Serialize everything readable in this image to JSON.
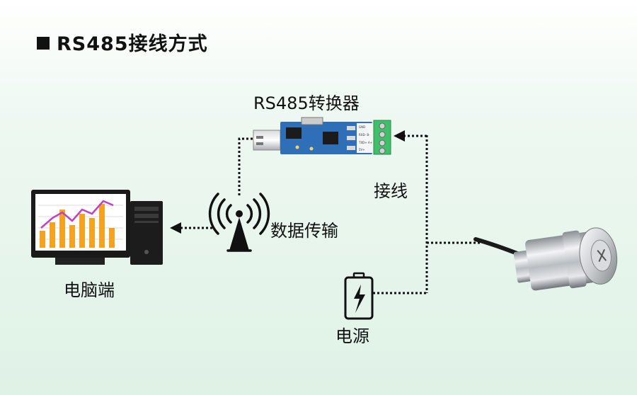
{
  "title": "RS485接线方式",
  "labels": {
    "converter": "RS485转换器",
    "wiring": "接线",
    "data_transfer": "数据传输",
    "computer": "电脑端",
    "power": "电源"
  },
  "board_pins": [
    "GND",
    "RXD- B-",
    "TXD+ A+",
    "5V+"
  ],
  "colors": {
    "accent_green": "#3fbf6a",
    "board_blue": "#2e6fb8",
    "chart_orange": "#f5a21f",
    "chart_purple": "#c040c8"
  }
}
